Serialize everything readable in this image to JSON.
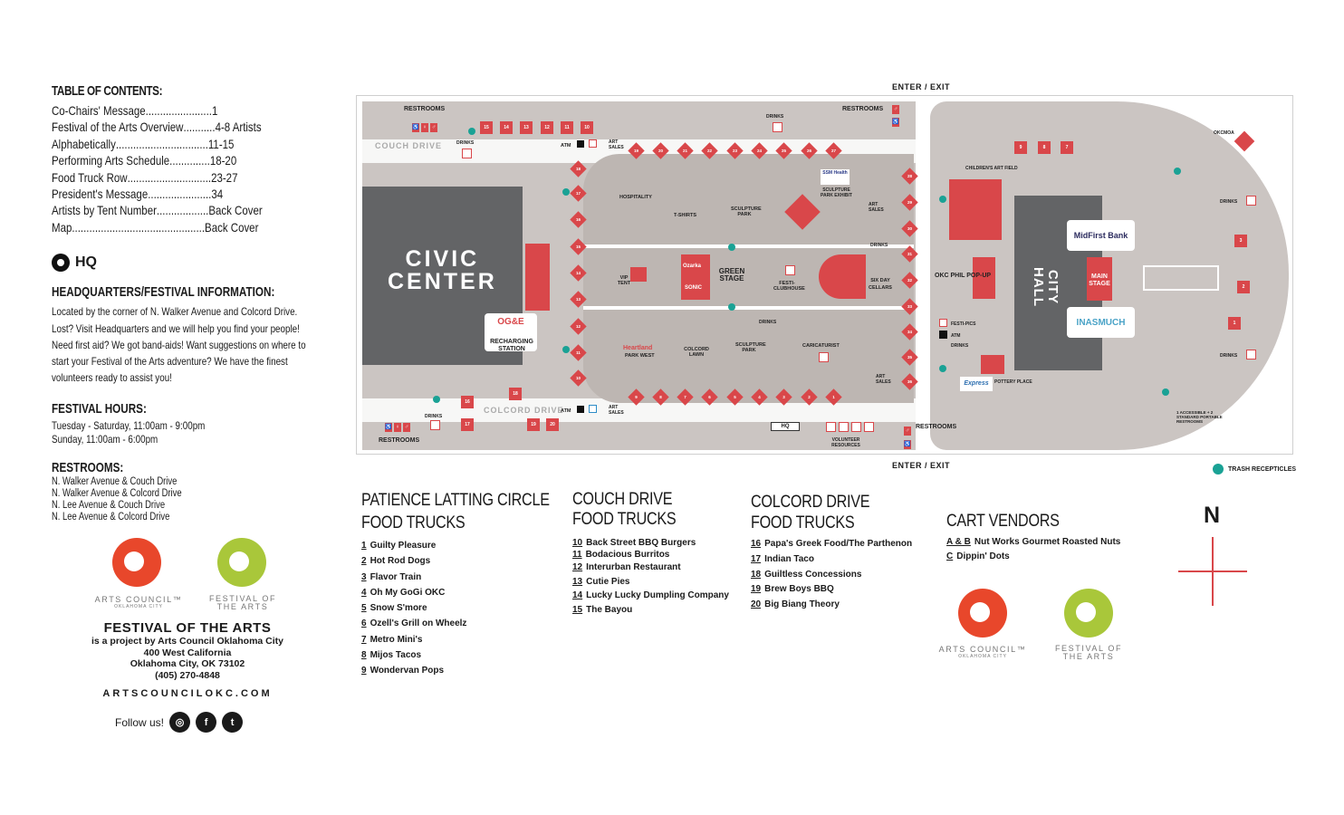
{
  "toc": {
    "title": "TABLE OF CONTENTS:",
    "items": [
      {
        "label": "Co-Chairs' Message",
        "dots": " .......................",
        "page": " 1"
      },
      {
        "label": "Festival of the Arts Overview",
        "dots": "...........",
        "page": " 4-8 Artists"
      },
      {
        "label": "Alphabetically",
        "dots": "................................",
        "page": " 11-15"
      },
      {
        "label": "Performing Arts Schedule",
        "dots": "..............",
        "page": " 18-20"
      },
      {
        "label": "Food Truck Row",
        "dots": ".............................",
        "page": " 23-27"
      },
      {
        "label": "President's Message",
        "dots": "......................",
        "page": " 34"
      },
      {
        "label": "Artists by Tent Number",
        "dots": "..................",
        "page": " Back Cover"
      },
      {
        "label": "Map",
        "dots": "..............................................",
        "page": " Back Cover"
      }
    ]
  },
  "hq": {
    "label": "HQ",
    "title": "HEADQUARTERS/FESTIVAL INFORMATION:",
    "body": "Located by the corner of N. Walker Avenue and Colcord Drive. Lost? Visit Headquarters and we will help you find your people! Need first aid? We got band-aids! Want suggestions on where to start your Festival of the Arts adventure? We have the finest volunteers ready to assist you!"
  },
  "hours": {
    "title": "FESTIVAL HOURS:",
    "lines": [
      "Tuesday - Saturday, 11:00am - 9:00pm",
      "Sunday, 11:00am - 6:00pm"
    ]
  },
  "restrooms": {
    "title": "RESTROOMS:",
    "lines": [
      "N. Walker Avenue & Couch Drive",
      "N. Walker Avenue & Colcord Drive",
      "N. Lee Avenue & Couch Drive",
      "N. Lee Avenue & Colcord Drive"
    ]
  },
  "logos": {
    "arts_council": "ARTS COUNCIL™",
    "arts_council_sub": "OKLAHOMA CITY",
    "festival_1": "FESTIVAL OF",
    "festival_2": "THE ARTS",
    "orange": "#e8472b",
    "green": "#a9c73a"
  },
  "org": {
    "title": "FESTIVAL OF THE ARTS",
    "lines": [
      "is a project by Arts Council Oklahoma City",
      "400 West California",
      "Oklahoma City, OK 73102",
      "(405) 270-4848"
    ],
    "web": "ARTSCOUNCILOKC.COM",
    "follow": "Follow us!"
  },
  "map": {
    "enter_top": "ENTER / EXIT",
    "enter_bottom": "ENTER / EXIT",
    "civic_center_1": "CIVIC",
    "civic_center_2": "CENTER",
    "city_hall_1": "CITY",
    "city_hall_2": "HALL",
    "couch_drive": "COUCH DRIVE",
    "colcord_drive": "COLCORD DRIVE",
    "restrooms": "RESTROOMS",
    "drinks": "DRINKS",
    "atm": "ATM",
    "art_sales": "ART SALES",
    "hospitality": "HOSPITALITY",
    "tshirts": "T-SHIRTS",
    "sculpture_park": "SCULPTURE PARK",
    "ssm": "SSM Health",
    "sculpture_exhibit": "SCULPTURE PARK EXHIBIT",
    "green_stage": "GREEN STAGE",
    "festi_clubhouse": "FESTI- CLUBHOUSE",
    "six_day": "SIX DAY CELLARS",
    "vip_tent": "VIP TENT",
    "colcord_lawn": "COLCORD LAWN",
    "heartland": "Heartland",
    "park_west": "PARK WEST",
    "caricaturist": "CARICATURIST",
    "recharging": "RECHARGING STATION",
    "oge": "OG&E",
    "okc_phil": "OKC PHIL POP-UP",
    "main_stage": "MAIN STAGE",
    "midfirst": "MidFirst Bank",
    "inasmuch": "INASMUCH",
    "festi_pics": "FESTI-PICS",
    "pottery": "POTTERY PLACE",
    "childrens": "CHILDREN'S ART FIELD",
    "okcmoa": "OKCMOA",
    "hq": "HQ",
    "volunteer": "VOLUNTEER RESOURCES",
    "accessible": "1 ACCESSIBLE + 2 STANDARD PORTABLE RESTROOMS",
    "trash_legend": "TRASH RECEPTICLES",
    "ozarka": "Ozarka",
    "sonic": "SONIC",
    "express": "Express",
    "tent_red": "#d9474a",
    "ground": "#cbc5c2",
    "building": "#636466",
    "trash_color": "#1aa295"
  },
  "food": {
    "patience": {
      "title_1": "PATIENCE LATTING CIRCLE",
      "title_2": "FOOD TRUCKS",
      "items": [
        {
          "n": "1",
          "name": "Guilty Pleasure"
        },
        {
          "n": "2",
          "name": "Hot Rod Dogs"
        },
        {
          "n": "3",
          "name": "Flavor Train"
        },
        {
          "n": "4",
          "name": "Oh My GoGi OKC"
        },
        {
          "n": "5",
          "name": "Snow S'more"
        },
        {
          "n": "6",
          "name": "Ozell's Grill on Wheelz"
        },
        {
          "n": "7",
          "name": "Metro Mini's"
        },
        {
          "n": "8",
          "name": "Mijos Tacos"
        },
        {
          "n": "9",
          "name": "Wondervan Pops"
        }
      ]
    },
    "couch": {
      "title_1": "COUCH DRIVE",
      "title_2": "FOOD TRUCKS",
      "items": [
        {
          "n": "10",
          "name": "Back Street BBQ Burgers"
        },
        {
          "n": "11",
          "name": "Bodacious Burritos"
        },
        {
          "n": "12",
          "name": "Interurban Restaurant"
        },
        {
          "n": "13",
          "name": "Cutie Pies"
        },
        {
          "n": "14",
          "name": "Lucky Lucky Dumpling Company"
        },
        {
          "n": "15",
          "name": "The Bayou"
        }
      ]
    },
    "colcord": {
      "title_1": "COLCORD DRIVE",
      "title_2": "FOOD TRUCKS",
      "items": [
        {
          "n": "16",
          "name": "Papa's Greek Food/The Parthenon"
        },
        {
          "n": "17",
          "name": "Indian Taco"
        },
        {
          "n": "18",
          "name": "Guiltless Concessions"
        },
        {
          "n": "19",
          "name": "Brew Boys BBQ"
        },
        {
          "n": "20",
          "name": "Big Biang Theory"
        }
      ]
    },
    "cart": {
      "title": "CART VENDORS",
      "items": [
        {
          "n": "A & B",
          "name": "Nut Works Gourmet Roasted Nuts"
        },
        {
          "n": "C",
          "name": "Dippin' Dots"
        }
      ]
    }
  },
  "compass": "N"
}
